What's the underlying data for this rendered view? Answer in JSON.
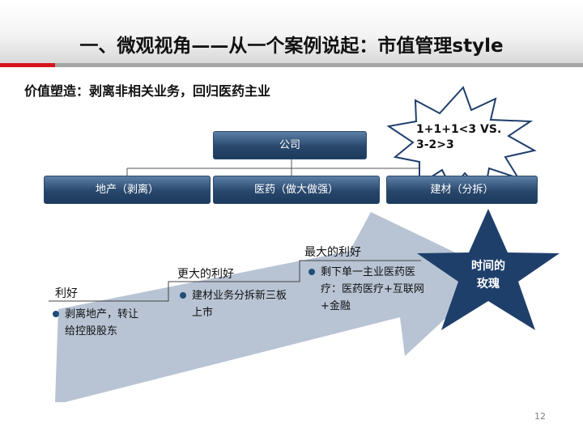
{
  "title": "一、微观视角——从一个案例说起：市值管理style",
  "subtitle": "价值塑造：剥离非相关业务，回归医药主业",
  "org": {
    "company": "公司",
    "units": [
      "地产（剥离）",
      "医药（做大做强）",
      "建材（分拆）"
    ]
  },
  "burst": {
    "line1": "1+1+1<3 VS.",
    "line2": "3-2>3"
  },
  "steps": [
    {
      "label": "利好",
      "bullet_line1": "剥离地产，转让",
      "bullet_line2": "给控股股东"
    },
    {
      "label": "更大的利好",
      "bullet_line1": "建材业务分拆新三板",
      "bullet_line2": "上市"
    },
    {
      "label": "最大的利好",
      "bullet_line1": "剩下单一主业医药医",
      "bullet_line2": "疗：医药医疗+互联网",
      "bullet_line3": "+金融"
    }
  ],
  "star": {
    "line1": "时间的",
    "line2": "玫瑰"
  },
  "page_number": "12",
  "colors": {
    "accent_red": "#d6141b",
    "box_blue": "#28476c",
    "arrow_gray": "#b4c1d2",
    "star_blue": "#1f3f6b"
  }
}
